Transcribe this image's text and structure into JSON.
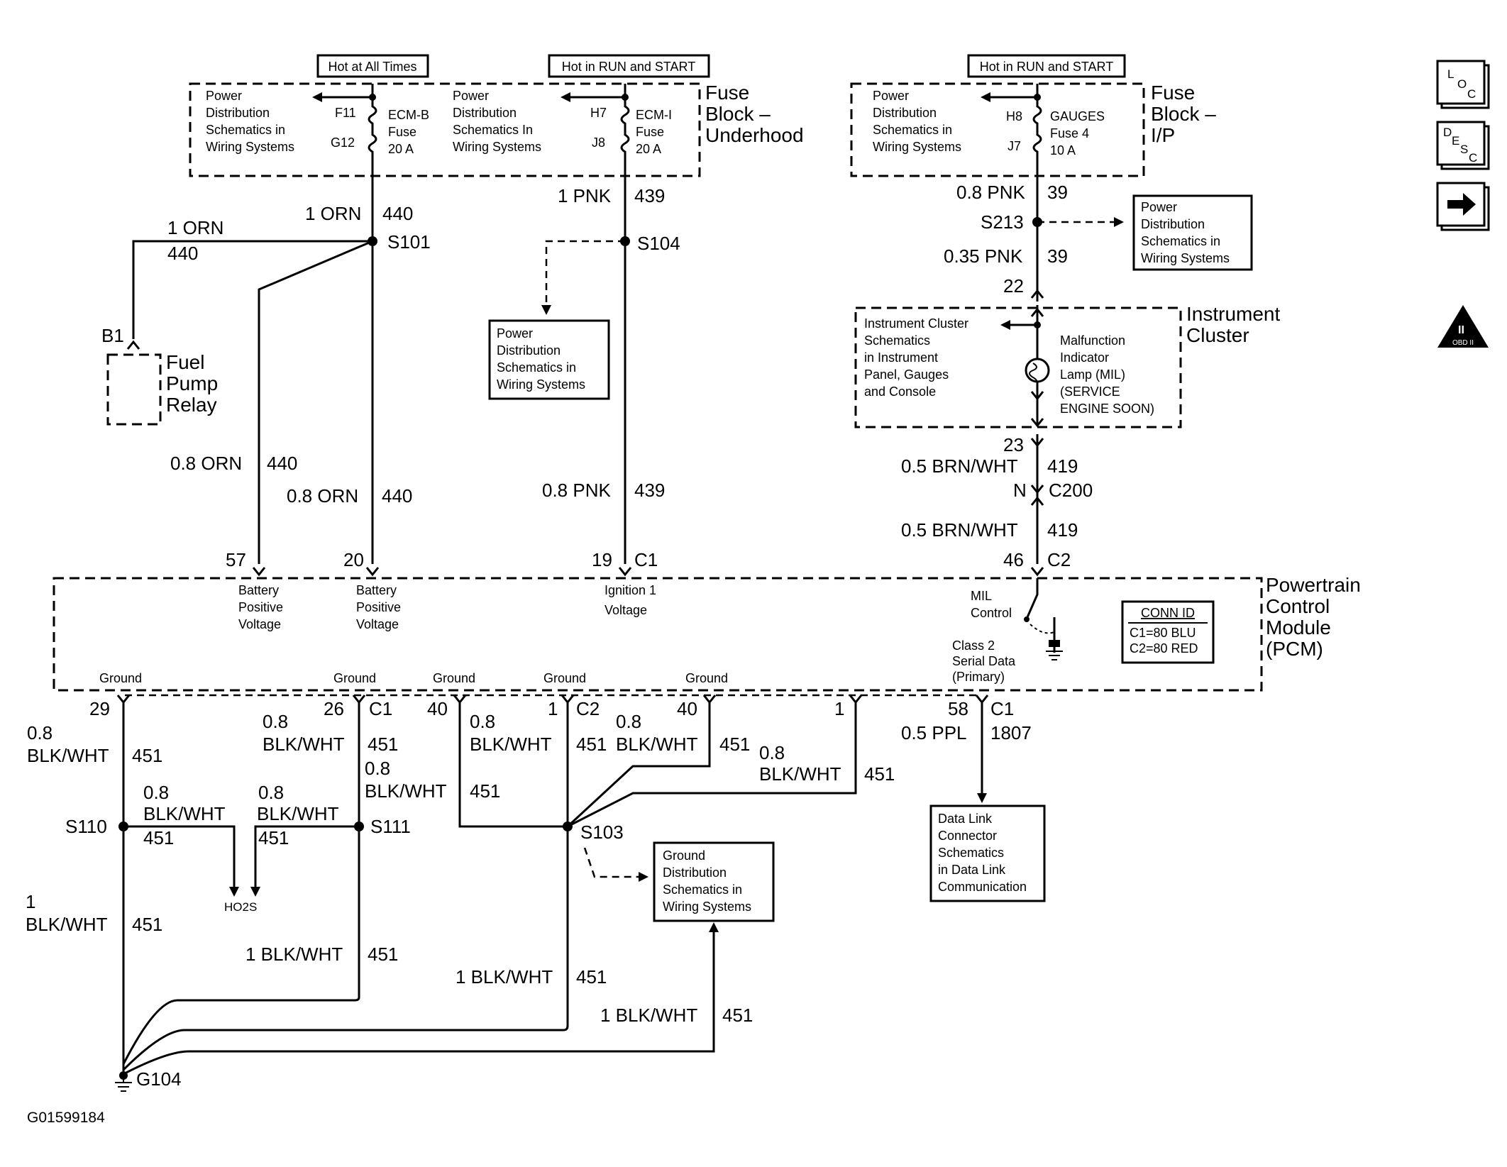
{
  "fuse_ecm_b": {
    "header": "Hot at All Times",
    "text": [
      "Power",
      "Distribution",
      "Schematics in",
      "Wiring Systems"
    ],
    "pins": [
      "F11",
      "G12"
    ],
    "fuse": [
      "ECM-B",
      "Fuse",
      "20 A"
    ]
  },
  "fuse_ecm_i": {
    "header": "Hot in RUN and START",
    "text": [
      "Power",
      "Distribution",
      "Schematics In",
      "Wiring Systems"
    ],
    "pins": [
      "H7",
      "J8"
    ],
    "fuse": [
      "ECM-I",
      "Fuse",
      "20 A"
    ]
  },
  "underhood_label": [
    "Fuse",
    "Block –",
    "Underhood"
  ],
  "fuse_gauges": {
    "header": "Hot in RUN and START",
    "text": [
      "Power",
      "Distribution",
      "Schematics in",
      "Wiring Systems"
    ],
    "pins": [
      "H8",
      "J7"
    ],
    "fuse": [
      "GAUGES",
      "Fuse 4",
      "10 A"
    ]
  },
  "ip_label": [
    "Fuse",
    "Block –",
    "I/P"
  ],
  "side_icons": {
    "loc": [
      "L",
      "O",
      "C"
    ],
    "desc": [
      "D",
      "E",
      "S",
      "C"
    ],
    "obd": [
      "II",
      "OBD II"
    ]
  },
  "wires_top": {
    "w440a_size": "1 ORN",
    "w440a_ckt": "440",
    "s101": "S101",
    "w440b_size": "1 ORN",
    "w440b_ckt": "440",
    "w439a_size": "1 PNK",
    "w439a_ckt": "439",
    "s104": "S104",
    "w440c_size": "0.8 ORN",
    "w440c_ckt": "440",
    "w440d_size": "0.8 ORN",
    "w440d_ckt": "440",
    "w439b_size": "0.8 PNK",
    "w439b_ckt": "439"
  },
  "relay": {
    "pin": "B1",
    "name": [
      "Fuel",
      "Pump",
      "Relay"
    ]
  },
  "pd_box_s104": [
    "Power",
    "Distribution",
    "Schematics in",
    "Wiring Systems"
  ],
  "ip_wires": {
    "w39a_size": "0.8 PNK",
    "w39a_ckt": "39",
    "s213": "S213",
    "w39b_size": "0.35 PNK",
    "w39b_ckt": "39",
    "pin22": "22",
    "pin23": "23",
    "w419a_size": "0.5 BRN/WHT",
    "w419a_ckt": "419",
    "c200_pin": "N",
    "c200": "C200",
    "w419b_size": "0.5 BRN/WHT",
    "w419b_ckt": "419",
    "pin46": "46",
    "c2": "C2"
  },
  "pd_box_s213": [
    "Power",
    "Distribution",
    "Schematics in",
    "Wiring Systems"
  ],
  "cluster": {
    "ref": [
      "Instrument Cluster",
      "Schematics",
      "in Instrument",
      "Panel, Gauges",
      "and Console"
    ],
    "mil": [
      "Malfunction",
      "Indicator",
      "Lamp (MIL)",
      "(SERVICE",
      "ENGINE SOON)"
    ],
    "name": [
      "Instrument",
      "Cluster"
    ]
  },
  "pcm": {
    "top_pins": [
      "57",
      "20",
      "19",
      "C1"
    ],
    "inputs": [
      [
        "Battery",
        "Positive",
        "Voltage"
      ],
      [
        "Battery",
        "Positive",
        "Voltage"
      ],
      [
        "Ignition 1",
        "Voltage"
      ]
    ],
    "mil_control": [
      "MIL",
      "Control"
    ],
    "class2": [
      "Class 2",
      "Serial Data",
      "(Primary)"
    ],
    "conn_id": [
      "CONN ID",
      "C1=80 BLU",
      "C2=80 RED"
    ],
    "name": [
      "Powertrain",
      "Control",
      "Module",
      "(PCM)"
    ],
    "grounds": [
      "Ground",
      "Ground",
      "Ground",
      "Ground",
      "Ground"
    ]
  },
  "bottom": {
    "p29": "29",
    "p26": "26",
    "c1a": "C1",
    "p40a": "40",
    "p1a": "1",
    "c2a": "C2",
    "p40b": "40",
    "p1b": "1",
    "p58": "58",
    "c1b": "C1",
    "wa_size": [
      "0.8",
      "BLK/WHT"
    ],
    "wa_ckt": "451",
    "wb_size": [
      "0.8",
      "BLK/WHT"
    ],
    "wb_ckt": "451",
    "wc_size": [
      "0.8",
      "BLK/WHT"
    ],
    "wc_ckt": "451",
    "wd_size": [
      "0.8",
      "BLK/WHT"
    ],
    "wd_ckt": "451",
    "we_size": [
      "0.8",
      "BLK/WHT"
    ],
    "we_ckt": "451",
    "wf_size": [
      "0.8",
      "BLK/WHT"
    ],
    "wf_ckt": "451",
    "wg_size": [
      "0.8",
      "BLK/WHT"
    ],
    "wg_ckt": "451",
    "wh_size": [
      "0.8",
      "BLK/WHT"
    ],
    "wh_ckt": "451",
    "ppl_size": "0.5 PPL",
    "ppl_ckt": "1807",
    "s110": "S110",
    "s111": "S111",
    "s103": "S103",
    "ho2s": "HO2S",
    "w1a_size": [
      "1",
      "BLK/WHT"
    ],
    "w1a_ckt": "451",
    "w1b_size": "1 BLK/WHT",
    "w1b_ckt": "451",
    "w1c_size": "1 BLK/WHT",
    "w1c_ckt": "451",
    "w1d_size": "1 BLK/WHT",
    "w1d_ckt": "451",
    "g104": "G104",
    "gd_box": [
      "Ground",
      "Distribution",
      "Schematics in",
      "Wiring Systems"
    ],
    "dlc_box": [
      "Data Link",
      "Connector",
      "Schematics",
      "in Data Link",
      "Communication"
    ]
  },
  "figure_id": "G01599184"
}
